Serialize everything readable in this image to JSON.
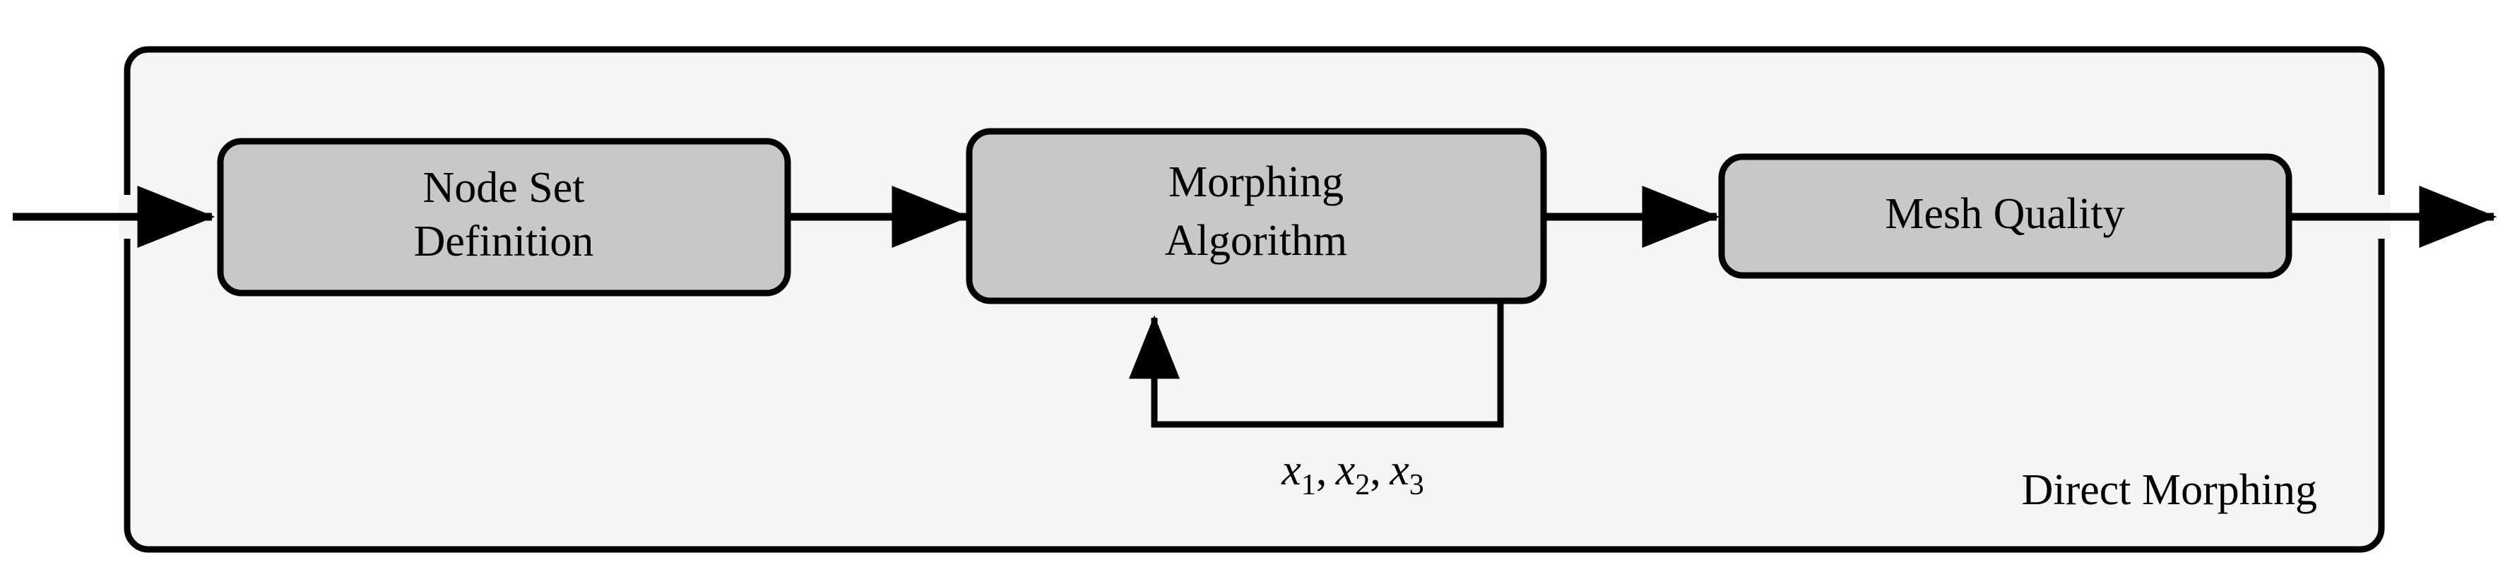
{
  "diagram": {
    "type": "flow-diagram",
    "title": "Direct Morphing",
    "background_color": "#ffffff",
    "container": {
      "label": "Direct Morphing",
      "fill_color": "#f5f5f5",
      "stroke_color": "#000000"
    },
    "block_fill_color": "#c8c8c8",
    "block_stroke_color": "#000000",
    "blocks": [
      {
        "id": "node-set-definition",
        "line1": "Node Set",
        "line2": "Definition"
      },
      {
        "id": "morphing-algorithm",
        "line1": "Morphing",
        "line2": "Algorithm"
      },
      {
        "id": "mesh-quality",
        "line1": "Mesh Quality",
        "line2": ""
      }
    ],
    "feedback": {
      "variables": [
        "x",
        "x",
        "x"
      ],
      "subscripts": [
        "1",
        "2",
        "3"
      ],
      "separator": ",",
      "text": "x1, x2, x3"
    },
    "connectors": [
      {
        "id": "input-arrow",
        "from": "external-input",
        "to": "node-set-definition"
      },
      {
        "id": "node-to-morph-arrow",
        "from": "node-set-definition",
        "to": "morphing-algorithm"
      },
      {
        "id": "morph-to-mesh-arrow",
        "from": "morphing-algorithm",
        "to": "mesh-quality"
      },
      {
        "id": "output-arrow",
        "from": "mesh-quality",
        "to": "external-output"
      },
      {
        "id": "feedback-arrow",
        "from": "morphing-algorithm",
        "to": "morphing-algorithm"
      }
    ]
  }
}
